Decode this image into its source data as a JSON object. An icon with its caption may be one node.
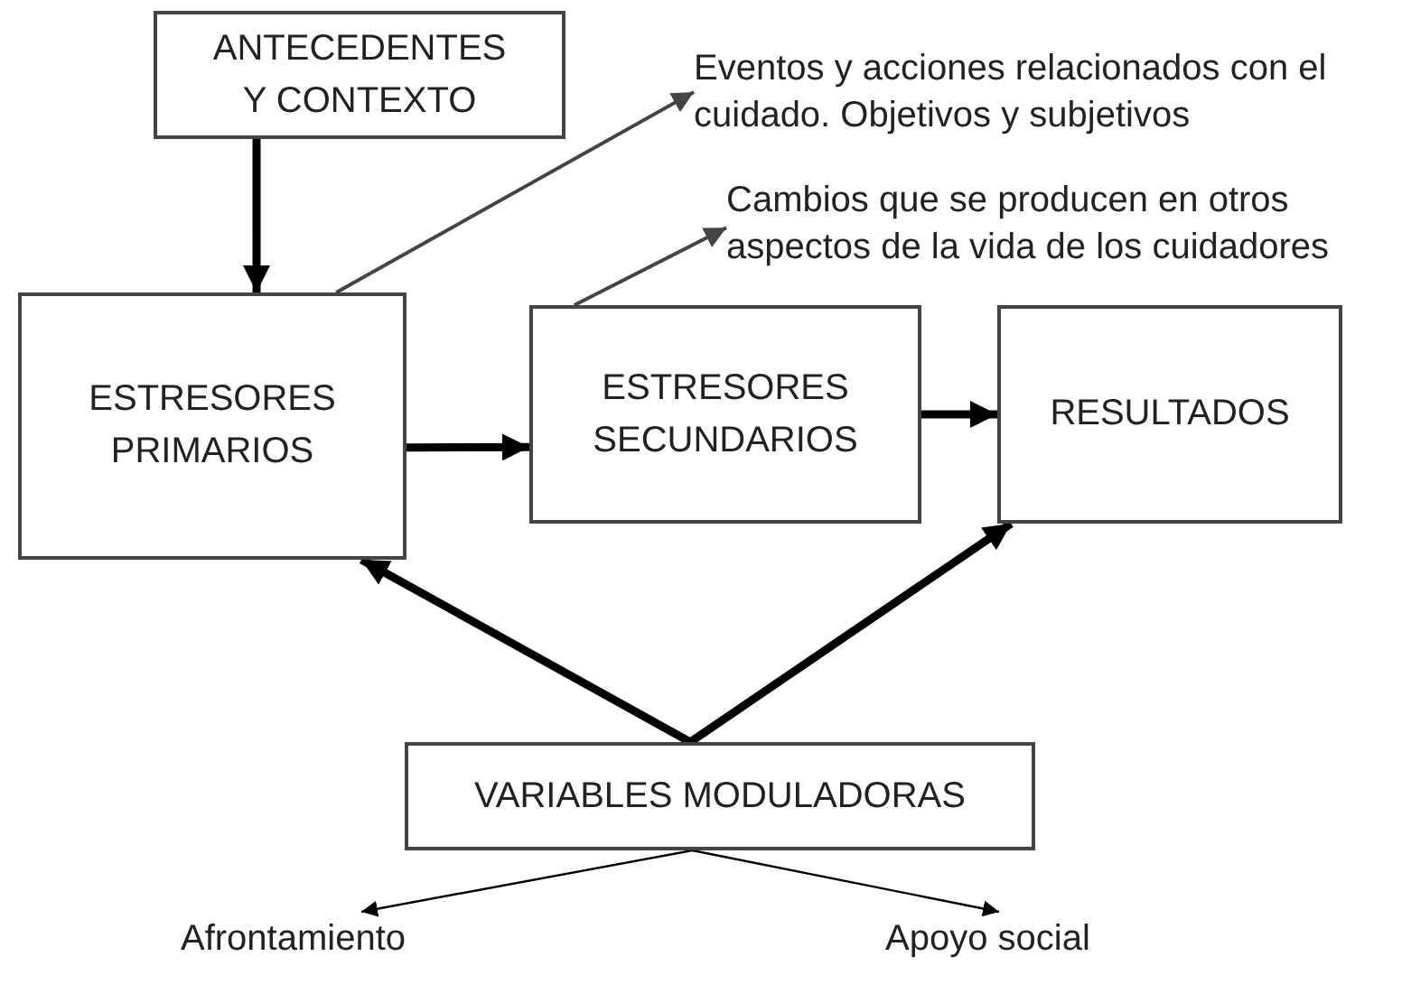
{
  "diagram": {
    "nodes": [
      {
        "text": [
          "ANTECEDENTES Y CONTEXTO"
        ]
      },
      {
        "text": [
          "ESTRESORES PRIMARIOS"
        ]
      },
      {
        "text": [
          "ESTRESORES SECUNDARIOS"
        ]
      },
      {
        "text": [
          "RESULTADOS"
        ]
      },
      {
        "text": [
          "VARIABLES MODULADORAS"
        ]
      },
      {
        "text": [
          "Eventos y acciones relacionados con el cuidado. Objetivos y subjetivos"
        ]
      },
      {
        "text": [
          "Cambios que se producen en otros aspectos de la vida de los cuidadores"
        ]
      },
      {
        "text": [
          "Afrontamiento"
        ]
      },
      {
        "text": [
          "Apoyo social"
        ]
      }
    ],
    "edges": [
      {
        "from": 0,
        "to": 1,
        "arrow": "to"
      },
      {
        "from": 1,
        "to": 2,
        "arrow": "to"
      },
      {
        "from": 2,
        "to": 3,
        "arrow": "to"
      },
      {
        "from": 4,
        "to": 1,
        "arrow": "to"
      },
      {
        "from": 4,
        "to": 3,
        "arrow": "to"
      },
      {
        "from": 1,
        "to": 5,
        "arrow": "to",
        "color": "#444444"
      },
      {
        "from": 2,
        "to": 6,
        "arrow": "to",
        "color": "#444444"
      },
      {
        "from": 4,
        "to": 7,
        "arrow": "to"
      },
      {
        "from": 4,
        "to": 8,
        "arrow": "to"
      }
    ]
  }
}
